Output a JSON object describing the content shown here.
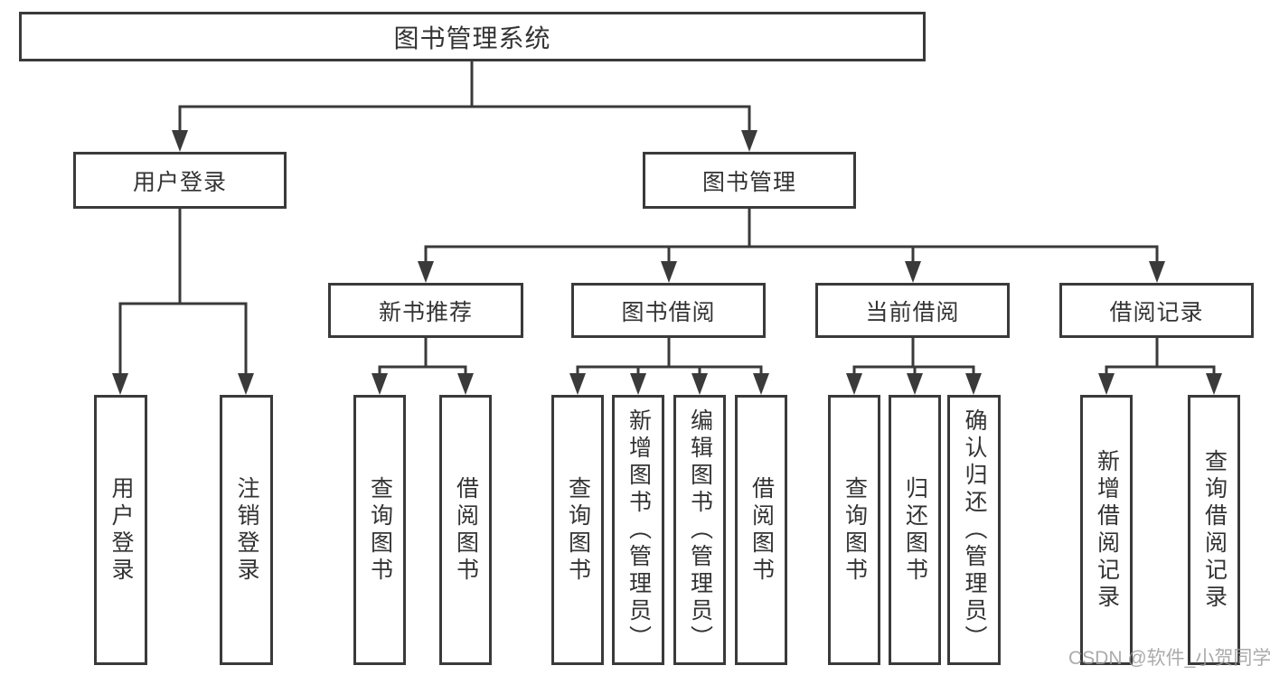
{
  "diagram": {
    "title": "图书管理系统",
    "root": {
      "label": "图书管理系统"
    },
    "level2": [
      {
        "label": "用户登录"
      },
      {
        "label": "图书管理"
      }
    ],
    "level3": [
      {
        "label": "新书推荐"
      },
      {
        "label": "图书借阅"
      },
      {
        "label": "当前借阅"
      },
      {
        "label": "借阅记录"
      }
    ],
    "leaves": {
      "user_login": [
        "用户登录",
        "注销登录"
      ],
      "new_book": [
        "查询图书",
        "借阅图书"
      ],
      "book_borrow": [
        "查询图书",
        "新增图书（管理员）",
        "编辑图书（管理员）",
        "借阅图书"
      ],
      "current_borrow": [
        "查询图书",
        "归还图书",
        "确认归还（管理员）"
      ],
      "borrow_record": [
        "新增借阅记录",
        "查询借阅记录"
      ]
    }
  },
  "watermark": {
    "text": "CSDN @软件_小贺同学"
  },
  "colors": {
    "line": "#3a3a3a",
    "box_border": "#3a3a3a",
    "box_fill": "#ffffff",
    "text": "#333333",
    "watermark": "#9d9d9d",
    "background": "#ffffff"
  }
}
